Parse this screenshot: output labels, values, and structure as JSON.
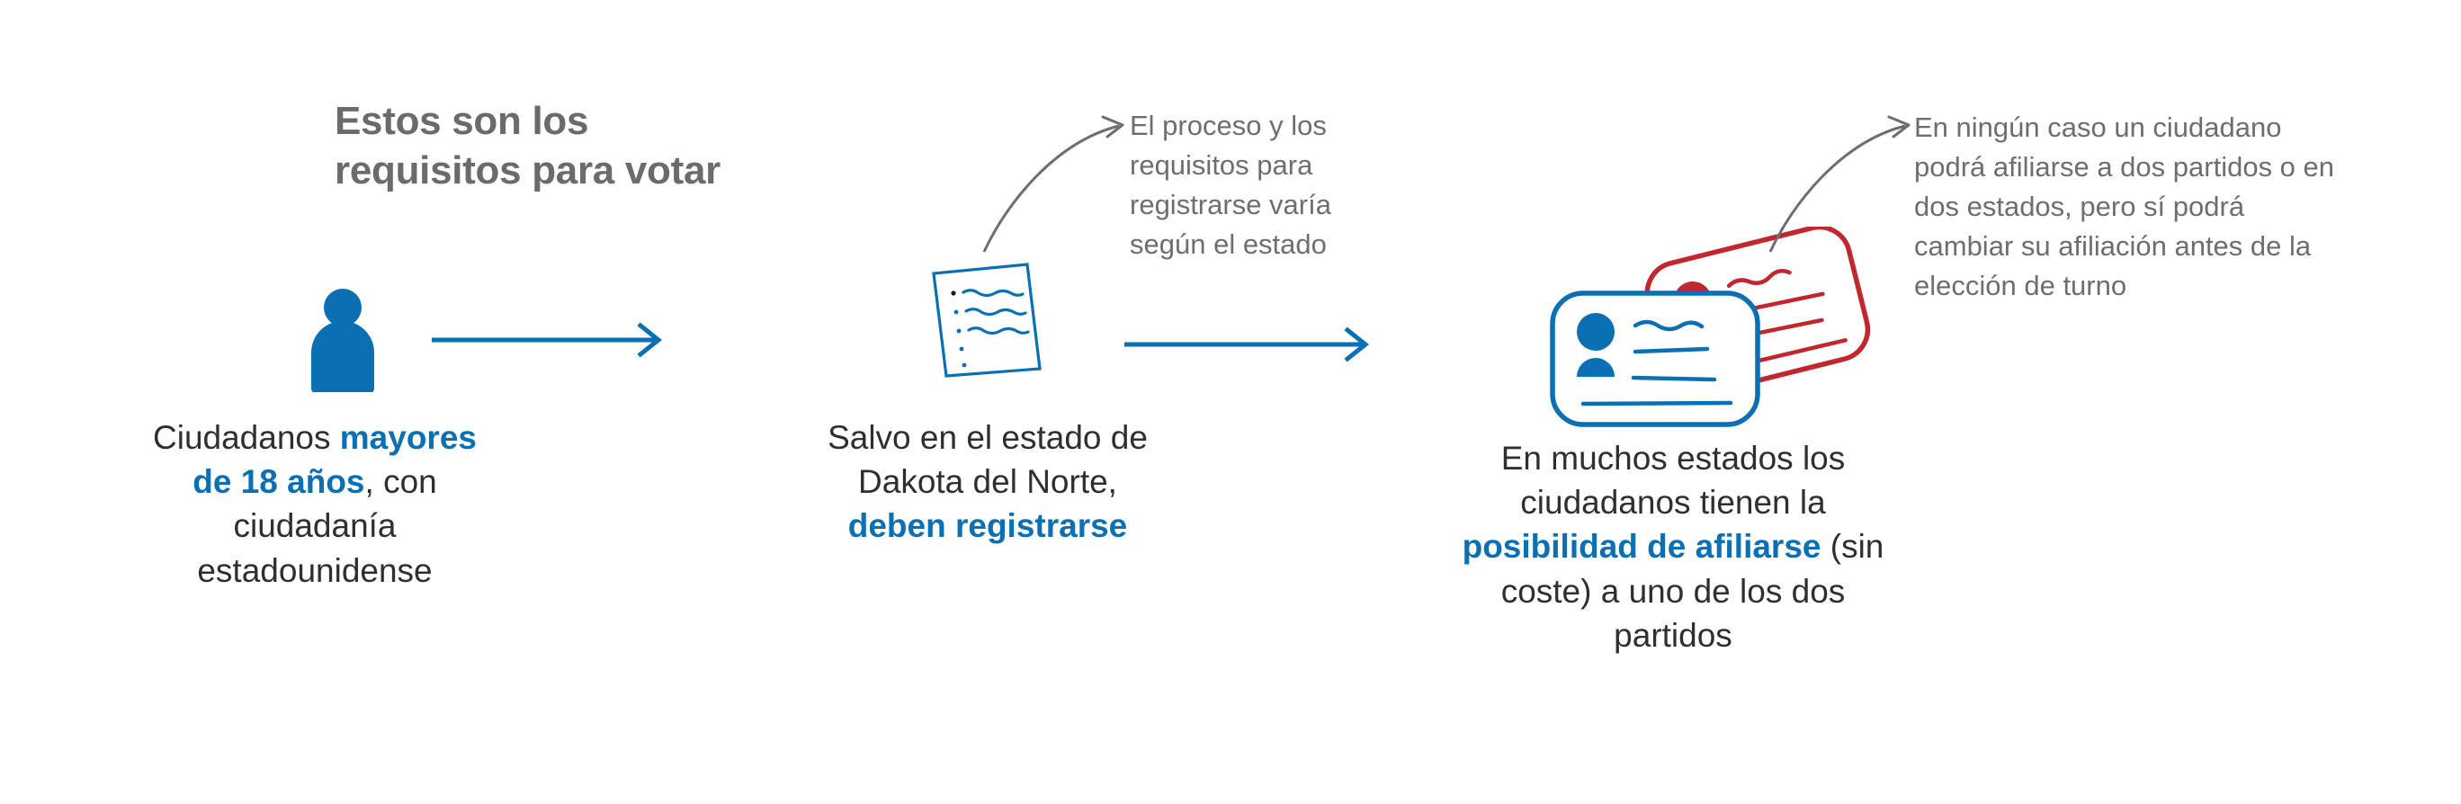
{
  "title": "Estos son los\nrequisitos para votar",
  "colors": {
    "blue": "#0b6fb4",
    "red": "#c1272d",
    "title_gray": "#6b6b6b",
    "annotation_gray": "#6e6e6e",
    "body_text": "#2f2f2f",
    "background": "#ffffff"
  },
  "stages": [
    {
      "icon_name": "person-icon",
      "caption": {
        "parts": [
          {
            "text": "Ciudadanos ",
            "highlight": false
          },
          {
            "text": "mayores de 18 años",
            "highlight": true
          },
          {
            "text": ", con ciudadanía estadounidense",
            "highlight": false
          }
        ],
        "plain": "Ciudadanos mayores de 18 años, con ciudadanía estadounidense"
      }
    },
    {
      "icon_name": "document-icon",
      "caption": {
        "parts": [
          {
            "text": "Salvo en el estado de Dakota del Norte, ",
            "highlight": false
          },
          {
            "text": "deben registrarse",
            "highlight": true
          }
        ],
        "plain": "Salvo en el estado de Dakota del Norte, deben registrarse"
      }
    },
    {
      "icon_name": "id-cards-icon",
      "caption": {
        "parts": [
          {
            "text": "En muchos estados los ciudadanos tienen la ",
            "highlight": false
          },
          {
            "text": "posibilidad de afiliarse",
            "highlight": true
          },
          {
            "text": " (sin coste) a uno de los dos partidos",
            "highlight": false
          }
        ],
        "plain": "En muchos estados los ciudadanos tienen la posibilidad de afiliarse (sin coste) a uno de los dos partidos"
      }
    }
  ],
  "annotations": [
    {
      "text": "El proceso y los requisitos para registrarse varía según el estado",
      "arrow": "curved-arrow-icon"
    },
    {
      "text": "En ningún caso un ciudadano podrá afiliarse a dos partidos o en dos estados, pero sí podrá cambiar su afiliación antes de la elección de turno",
      "arrow": "curved-arrow-icon"
    }
  ],
  "connectors": [
    {
      "name": "flow-arrow-1"
    },
    {
      "name": "flow-arrow-2"
    }
  ]
}
